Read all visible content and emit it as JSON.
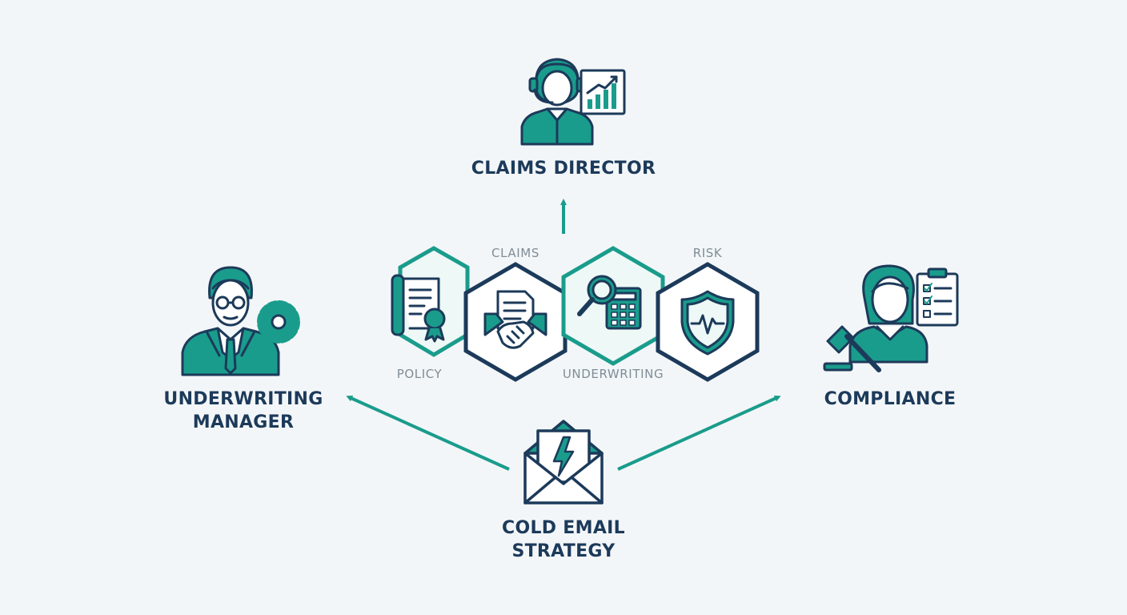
{
  "colors": {
    "teal": "#1a9c8c",
    "navy": "#1c3a5a",
    "background": "#f3f6f8",
    "segment_label": "#7f8d97"
  },
  "roles": {
    "claims_director": {
      "label": "CLAIMS DIRECTOR",
      "icon": "headset-agent-with-growth-chart-icon"
    },
    "underwriting_manager": {
      "label_line1": "UNDERWRITING",
      "label_line2": "MANAGER",
      "icon": "manager-with-gear-icon"
    },
    "compliance": {
      "label": "COMPLIANCE",
      "icon": "woman-with-gavel-and-checklist-icon"
    },
    "cold_email": {
      "label_line1": "COLD EMAIL",
      "label_line2": "STRATEGY",
      "icon": "envelope-with-lightning-icon"
    }
  },
  "segments": [
    {
      "label": "POLICY",
      "icon": "policy-scroll-icon"
    },
    {
      "label": "CLAIMS",
      "icon": "claims-handshake-icon"
    },
    {
      "label": "UNDERWRITING",
      "icon": "calculator-magnifier-icon"
    },
    {
      "label": "RISK",
      "icon": "shield-heartbeat-icon"
    }
  ]
}
